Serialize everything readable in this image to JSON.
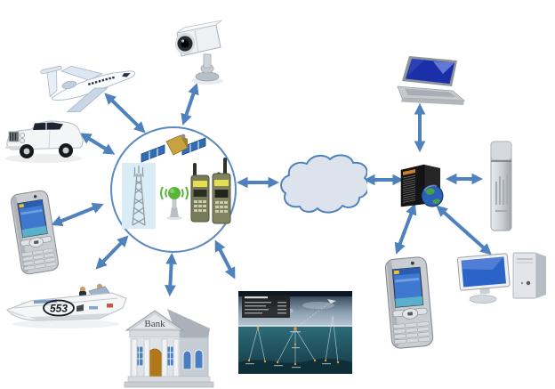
{
  "diagram": {
    "colors": {
      "background": "#ffffff",
      "arrow": "#4f81bd",
      "cloud_fill": "#dde3ed",
      "cloud_stroke": "#4f81bd",
      "hub_circle_stroke": "#5b8ac0",
      "radio_body": "#777a58",
      "radio_band": "#e3df4e",
      "antenna_green": "#58b43c",
      "server_black": "#141414",
      "screen_blue": "#2c63c8"
    },
    "labels": {
      "bank": "Bank",
      "boat_number": "553"
    },
    "hub": {
      "id": "communications-hub",
      "icons": [
        "satellite-icon",
        "cell-tower-icon",
        "wireless-antenna-icon",
        "tactical-radio-icon",
        "tactical-radio-icon"
      ]
    },
    "nodes": [
      {
        "id": "airplane",
        "icon": "airplane-icon"
      },
      {
        "id": "security-camera",
        "icon": "cctv-camera-icon"
      },
      {
        "id": "car",
        "icon": "car-icon"
      },
      {
        "id": "mobile-phone-left",
        "icon": "mobile-phone-icon"
      },
      {
        "id": "speedboat",
        "icon": "speedboat-icon",
        "hull_number": "553"
      },
      {
        "id": "bank",
        "icon": "bank-building-icon",
        "label": "Bank"
      },
      {
        "id": "sonar-display",
        "icon": "underwater-sonar-picture"
      },
      {
        "id": "network-cloud",
        "icon": "cloud-icon"
      },
      {
        "id": "server",
        "icon": "server-globe-icon"
      },
      {
        "id": "laptop",
        "icon": "laptop-icon"
      },
      {
        "id": "usb-drive",
        "icon": "usb-flash-drive-icon"
      },
      {
        "id": "mobile-phone-right",
        "icon": "mobile-phone-icon"
      },
      {
        "id": "desktop-computer",
        "icon": "desktop-computer-icon"
      }
    ],
    "edges": [
      {
        "from": "airplane",
        "to": "communications-hub",
        "bidirectional": true
      },
      {
        "from": "security-camera",
        "to": "communications-hub",
        "bidirectional": true
      },
      {
        "from": "car",
        "to": "communications-hub",
        "bidirectional": true
      },
      {
        "from": "mobile-phone-left",
        "to": "communications-hub",
        "bidirectional": true
      },
      {
        "from": "speedboat",
        "to": "communications-hub",
        "bidirectional": true
      },
      {
        "from": "bank",
        "to": "communications-hub",
        "bidirectional": true
      },
      {
        "from": "sonar-display",
        "to": "communications-hub",
        "bidirectional": true
      },
      {
        "from": "communications-hub",
        "to": "network-cloud",
        "bidirectional": true
      },
      {
        "from": "network-cloud",
        "to": "server",
        "bidirectional": true
      },
      {
        "from": "server",
        "to": "laptop",
        "bidirectional": true
      },
      {
        "from": "server",
        "to": "usb-drive",
        "bidirectional": true
      },
      {
        "from": "server",
        "to": "mobile-phone-right",
        "bidirectional": true
      },
      {
        "from": "server",
        "to": "desktop-computer",
        "bidirectional": true
      }
    ]
  }
}
